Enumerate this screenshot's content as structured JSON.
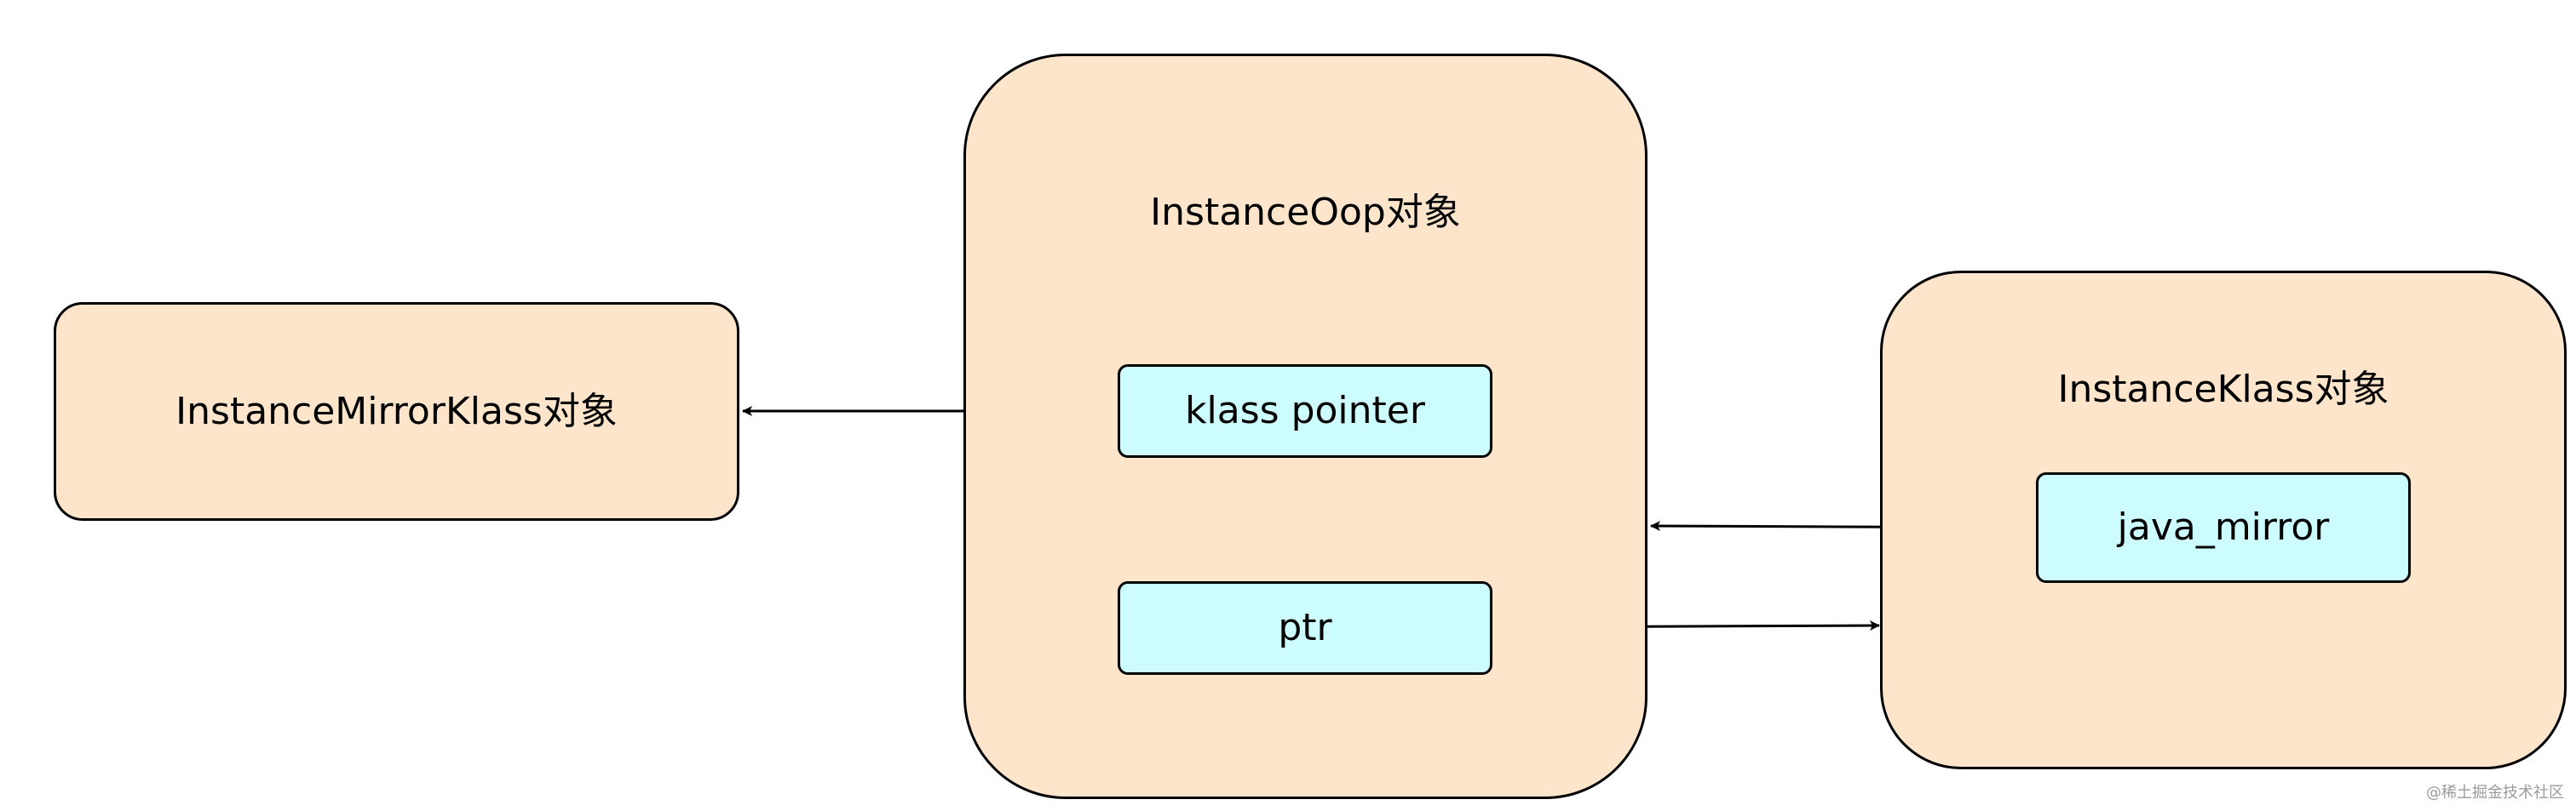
{
  "nodes": {
    "mirror_klass": {
      "label": "InstanceMirrorKlass对象"
    },
    "instance_oop": {
      "label": "InstanceOop对象",
      "fields": {
        "klass_pointer": "klass pointer",
        "ptr": "ptr"
      }
    },
    "instance_klass": {
      "label": "InstanceKlass对象",
      "fields": {
        "java_mirror": "java_mirror"
      }
    }
  },
  "watermark": "@稀土掘金技术社区",
  "colors": {
    "outer_fill": "#fde5cc",
    "inner_fill": "#ccfcfd",
    "stroke": "#000000"
  }
}
